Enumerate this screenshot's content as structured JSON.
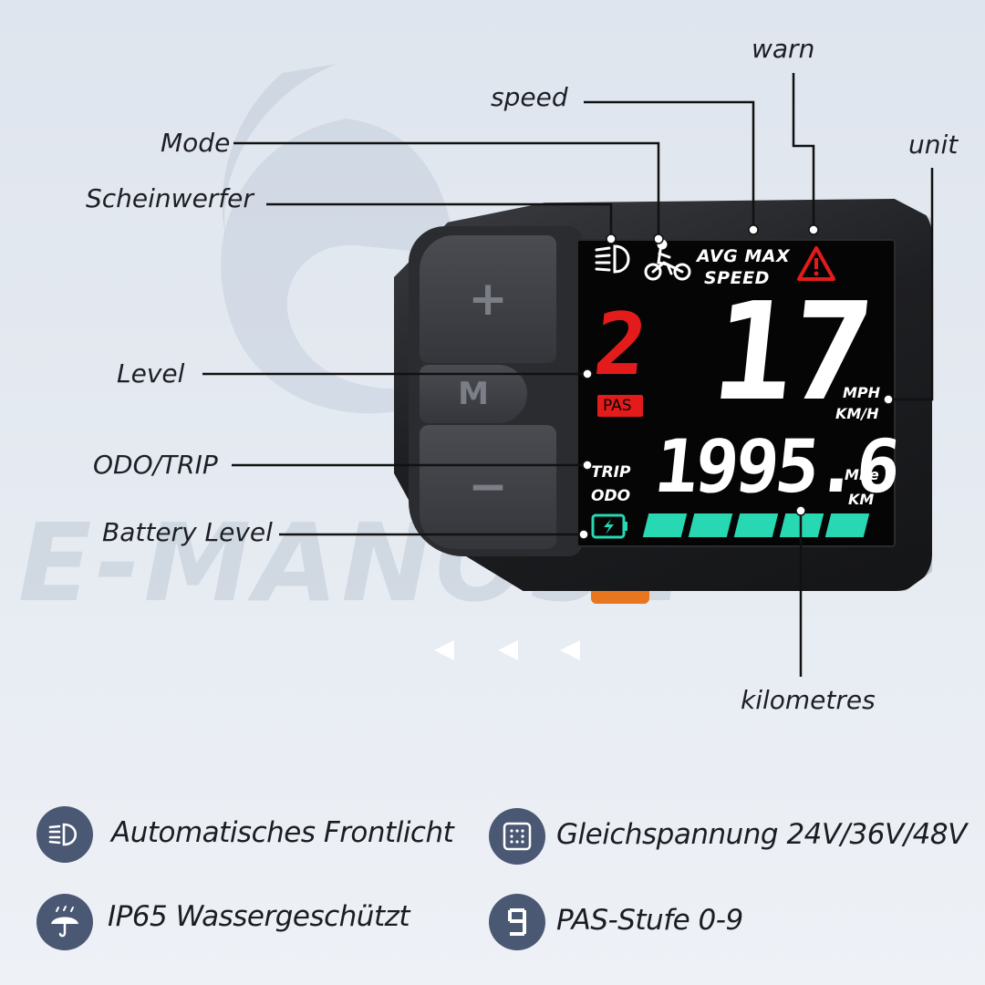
{
  "brand": {
    "watermark": "E-MANOSE"
  },
  "callouts": {
    "warn": "warn",
    "speed": "speed",
    "mode": "Mode",
    "headlight": "Scheinwerfer",
    "unit": "unit",
    "level": "Level",
    "odo_trip": "ODO/TRIP",
    "battery_level": "Battery Level",
    "kilometres": "kilometres"
  },
  "display": {
    "speed_labels": {
      "avg_max": "AVG MAX",
      "speed": "SPEED"
    },
    "speed_value": "17",
    "pas_level": "2",
    "pas_label": "PAS",
    "speed_units": {
      "mph": "MPH",
      "kmh": "KM/H"
    },
    "trip_label": "TRIP",
    "odo_label": "ODO",
    "distance_value": "1995.6",
    "distance_units": {
      "mile": "Mile",
      "km": "KM"
    },
    "battery_segments": 5
  },
  "buttons": {
    "plus": "+",
    "mode": "M",
    "minus": "−"
  },
  "features": [
    {
      "icon": "headlight-icon",
      "text": "Automatisches Frontlicht"
    },
    {
      "icon": "voltage-chip-icon",
      "text": "Gleichspannung 24V/36V/48V"
    },
    {
      "icon": "umbrella-rain-icon",
      "text": "IP65 Wassergeschützt"
    },
    {
      "icon": "digit-nine-icon",
      "text": "PAS-Stufe 0-9"
    }
  ],
  "colors": {
    "screen_bg": "#050505",
    "pas_red": "#e31b1b",
    "battery_teal": "#27d8b3",
    "icon_circle": "#4b5873",
    "orange_accent": "#e8761e"
  }
}
